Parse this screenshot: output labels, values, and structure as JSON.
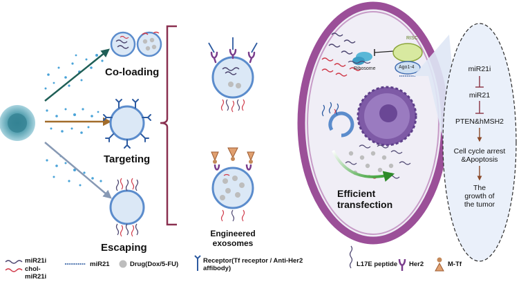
{
  "steps": {
    "coloading": "Co-loading",
    "targeting": "Targeting",
    "escaping": "Escaping"
  },
  "engineered": {
    "line1": "Engineered",
    "line2": "exosomes"
  },
  "cell": {
    "risc": "RISC",
    "ribosome": "Ribosome",
    "ago": "Ago1-4",
    "efficient1": "Efficient",
    "efficient2": "transfection"
  },
  "pathway": {
    "step1": "miR21i",
    "step2": "miR21",
    "step3": "PTEN&hMSH2",
    "step4a": "Cell cycle arrest",
    "step4b": "&Apoptosis",
    "step5a": "The",
    "step5b": "growth of",
    "step5c": "the tumor"
  },
  "legend": {
    "mir21i": "miR21i",
    "chol1": "chol-",
    "chol2": "miR21i",
    "mir21": "miR21",
    "drug": "Drug(Dox/5-FU)",
    "receptor1": "Receptor(Tf receptor / Anti-Her2",
    "receptor2": "affibody)",
    "l17e": "L17E peptide",
    "her2": "Her2",
    "mtf": "M-Tf"
  },
  "colors": {
    "cell_outer": "#9b4f98",
    "cell_inner": "#f0eef6",
    "nucleus": "#7e5aa6",
    "exosome": "#5b8ccc",
    "arrow_top": "#1f5f56",
    "arrow_mid": "#a26c2a",
    "arrow_bot": "#8799b4",
    "mir21i": "#4d4670",
    "chol": "#d03a4a",
    "pathway_bg": "#dfe7f5"
  }
}
